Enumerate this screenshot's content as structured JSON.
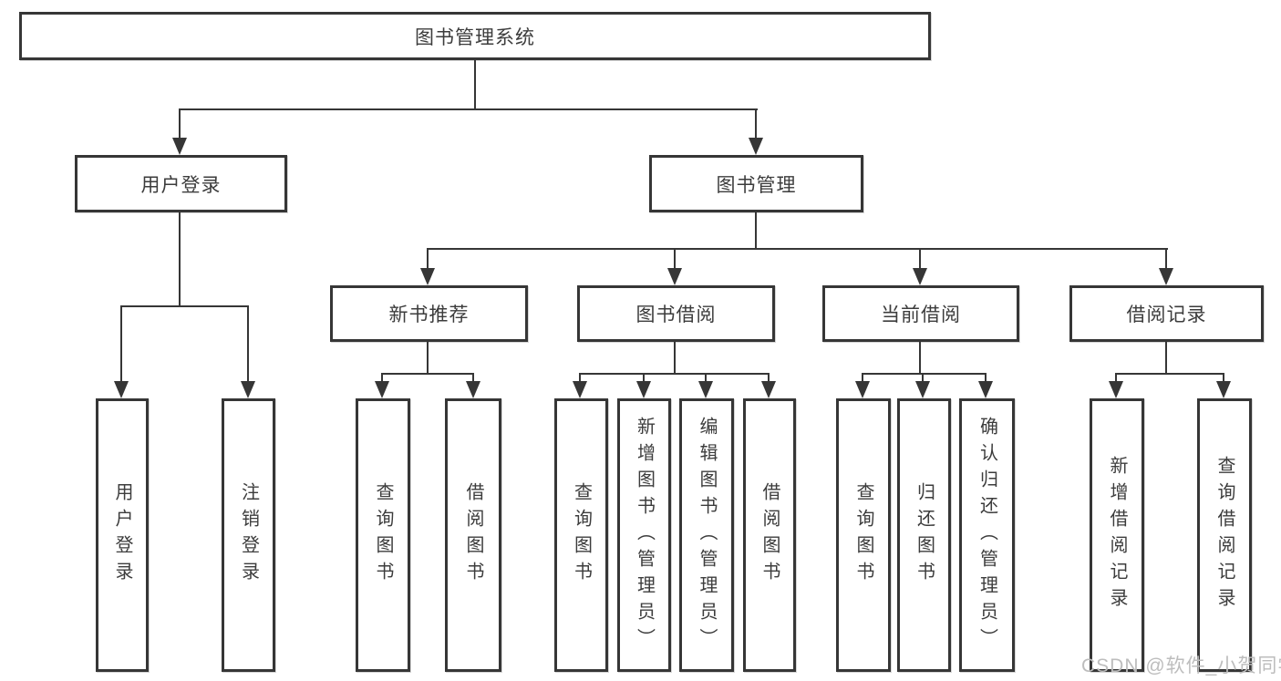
{
  "root": {
    "label": "图书管理系统"
  },
  "branches": {
    "user_login": {
      "label": "用户登录",
      "children": [
        {
          "label": "用户登录"
        },
        {
          "label": "注销登录"
        }
      ]
    },
    "book_management": {
      "label": "图书管理",
      "children": [
        {
          "label": "新书推荐",
          "children": [
            {
              "label": "查询图书"
            },
            {
              "label": "借阅图书"
            }
          ]
        },
        {
          "label": "图书借阅",
          "children": [
            {
              "label": "查询图书"
            },
            {
              "label": "新增图书（管理员）"
            },
            {
              "label": "编辑图书（管理员）"
            },
            {
              "label": "借阅图书"
            }
          ]
        },
        {
          "label": "当前借阅",
          "children": [
            {
              "label": "查询图书"
            },
            {
              "label": "归还图书"
            },
            {
              "label": "确认归还（管理员）"
            }
          ]
        },
        {
          "label": "借阅记录",
          "children": [
            {
              "label": "新增借阅记录"
            },
            {
              "label": "查询借阅记录"
            }
          ]
        }
      ]
    }
  },
  "watermark": {
    "text": "CSDN @软件_小贺同学"
  },
  "colors": {
    "line": "#363636",
    "text": "#3c3c3c",
    "watermark": "#bdbdbd",
    "background": "#ffffff"
  }
}
